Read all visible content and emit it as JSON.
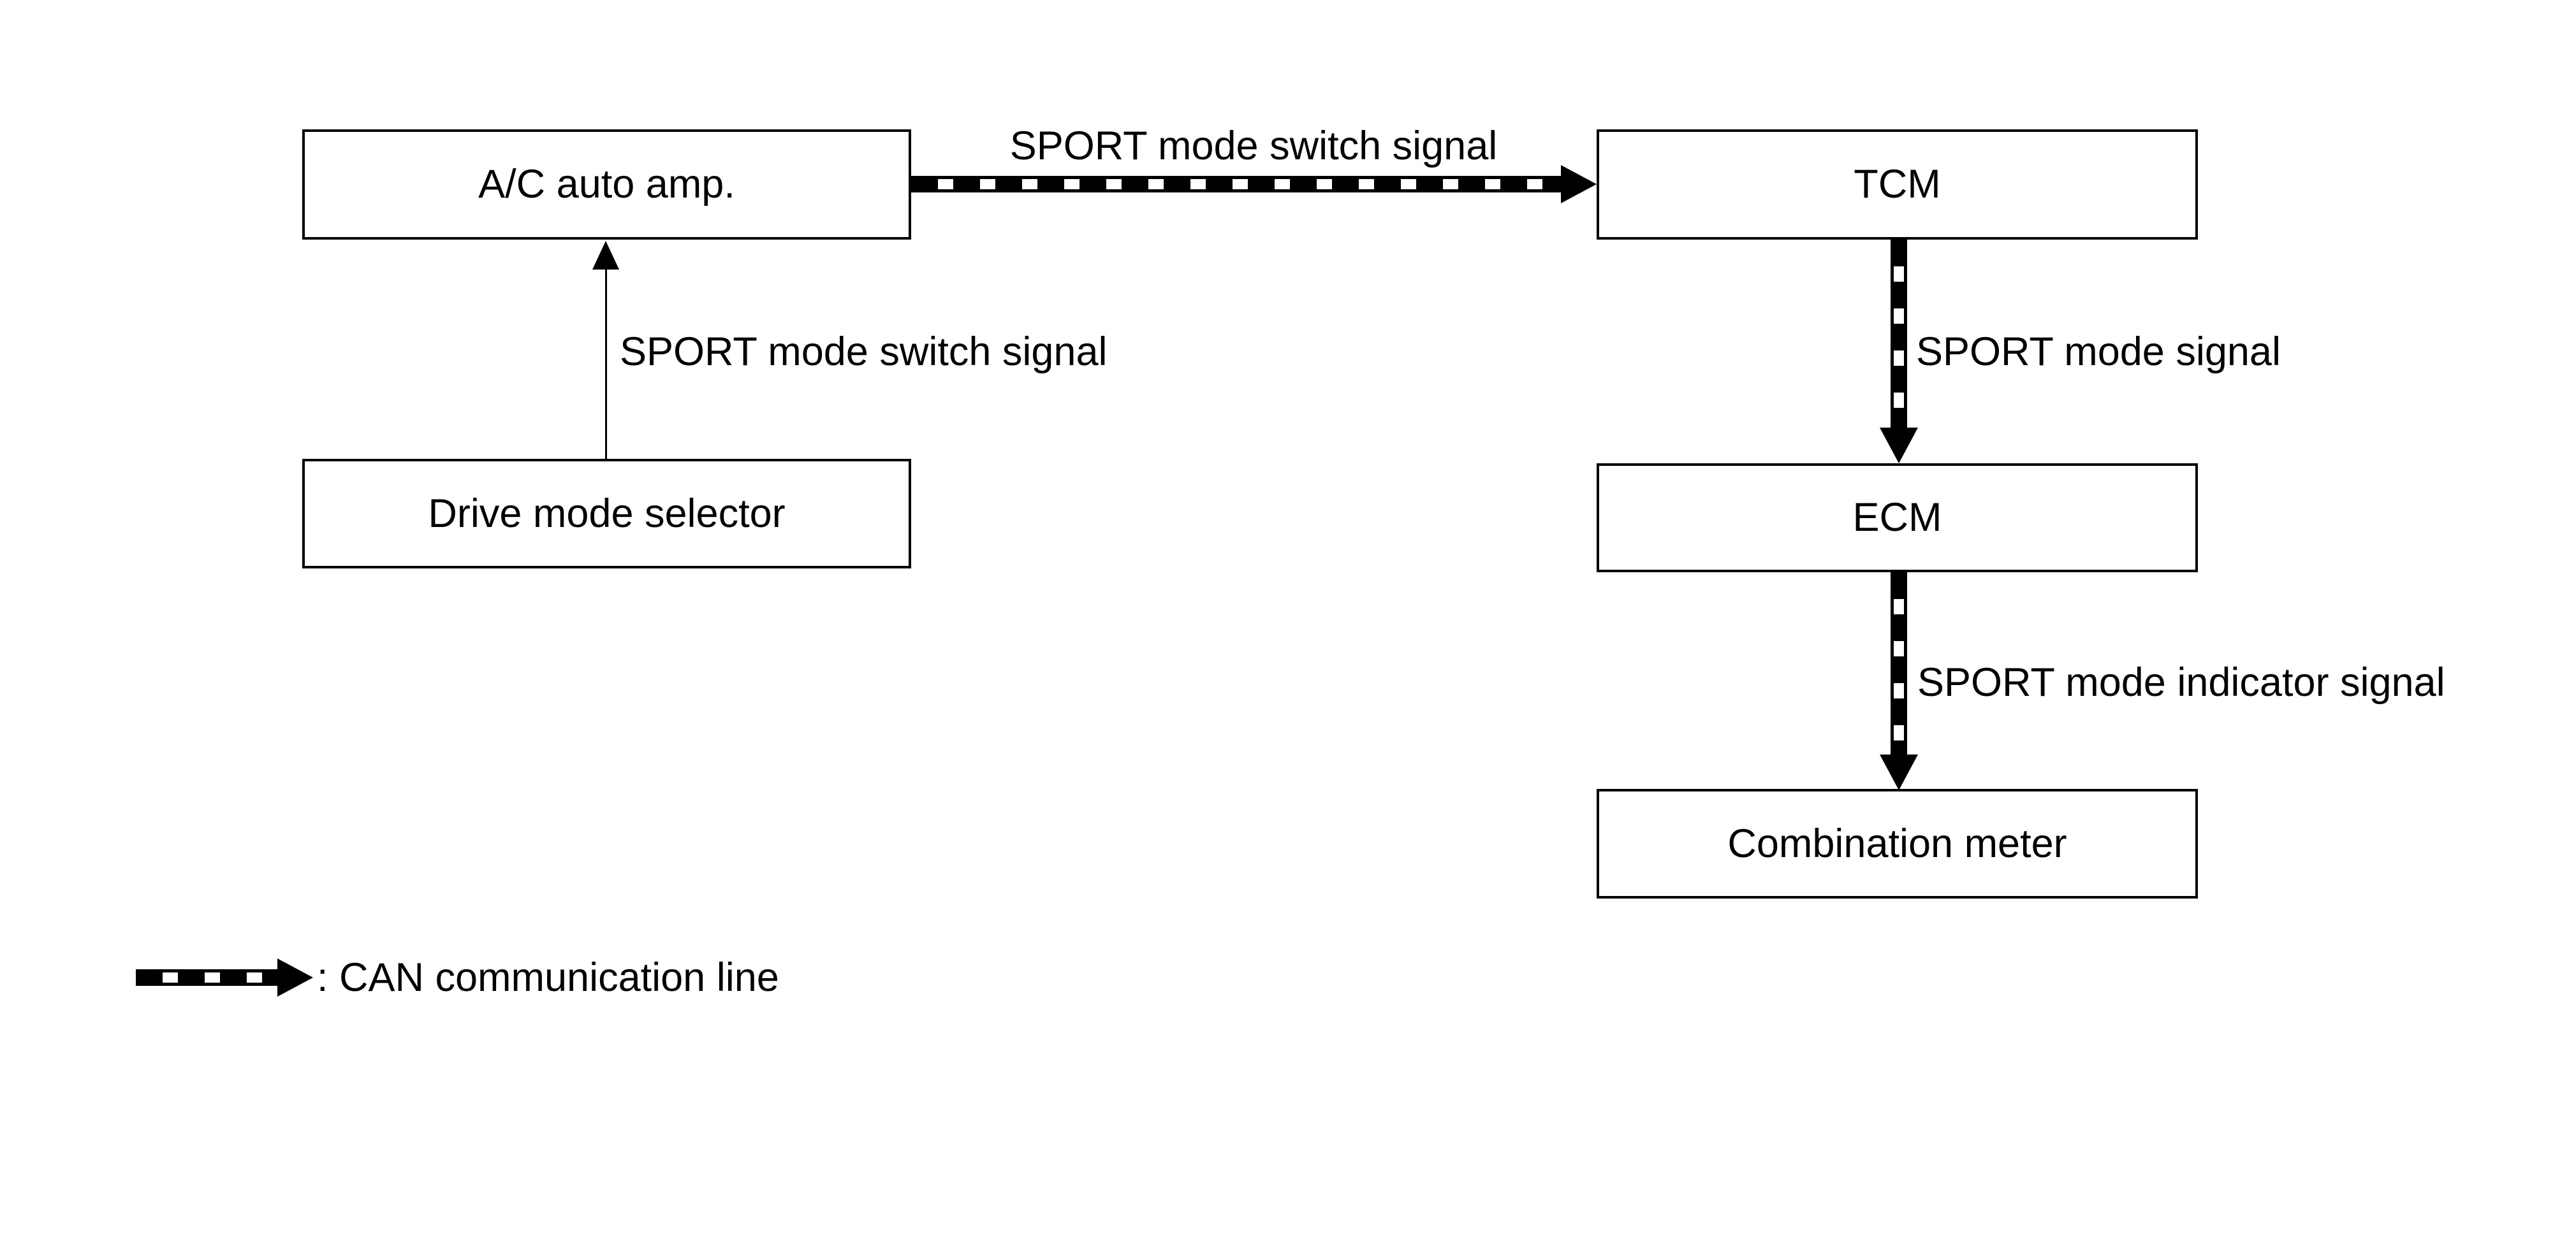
{
  "diagram": {
    "type": "block-signal-flow",
    "colors": {
      "background": "#ffffff",
      "line": "#000000",
      "box_fill": "#ffffff",
      "text": "#000000"
    },
    "nodes": [
      {
        "id": "ac-auto-amp",
        "label": "A/C auto amp."
      },
      {
        "id": "tcm",
        "label": "TCM"
      },
      {
        "id": "drive-mode-selector",
        "label": "Drive mode selector"
      },
      {
        "id": "ecm",
        "label": "ECM"
      },
      {
        "id": "combination-meter",
        "label": "Combination meter"
      }
    ],
    "edges": [
      {
        "from": "drive-mode-selector",
        "to": "ac-auto-amp",
        "style": "plain-arrow",
        "label": "SPORT mode switch signal"
      },
      {
        "from": "ac-auto-amp",
        "to": "tcm",
        "style": "can-line",
        "label": "SPORT mode switch signal"
      },
      {
        "from": "tcm",
        "to": "ecm",
        "style": "can-line",
        "label": "SPORT mode signal"
      },
      {
        "from": "ecm",
        "to": "combination-meter",
        "style": "can-line",
        "label": "SPORT mode indicator signal"
      }
    ],
    "legend": {
      "symbol": "can-communication-line-arrow",
      "label": ": CAN communication line"
    }
  }
}
